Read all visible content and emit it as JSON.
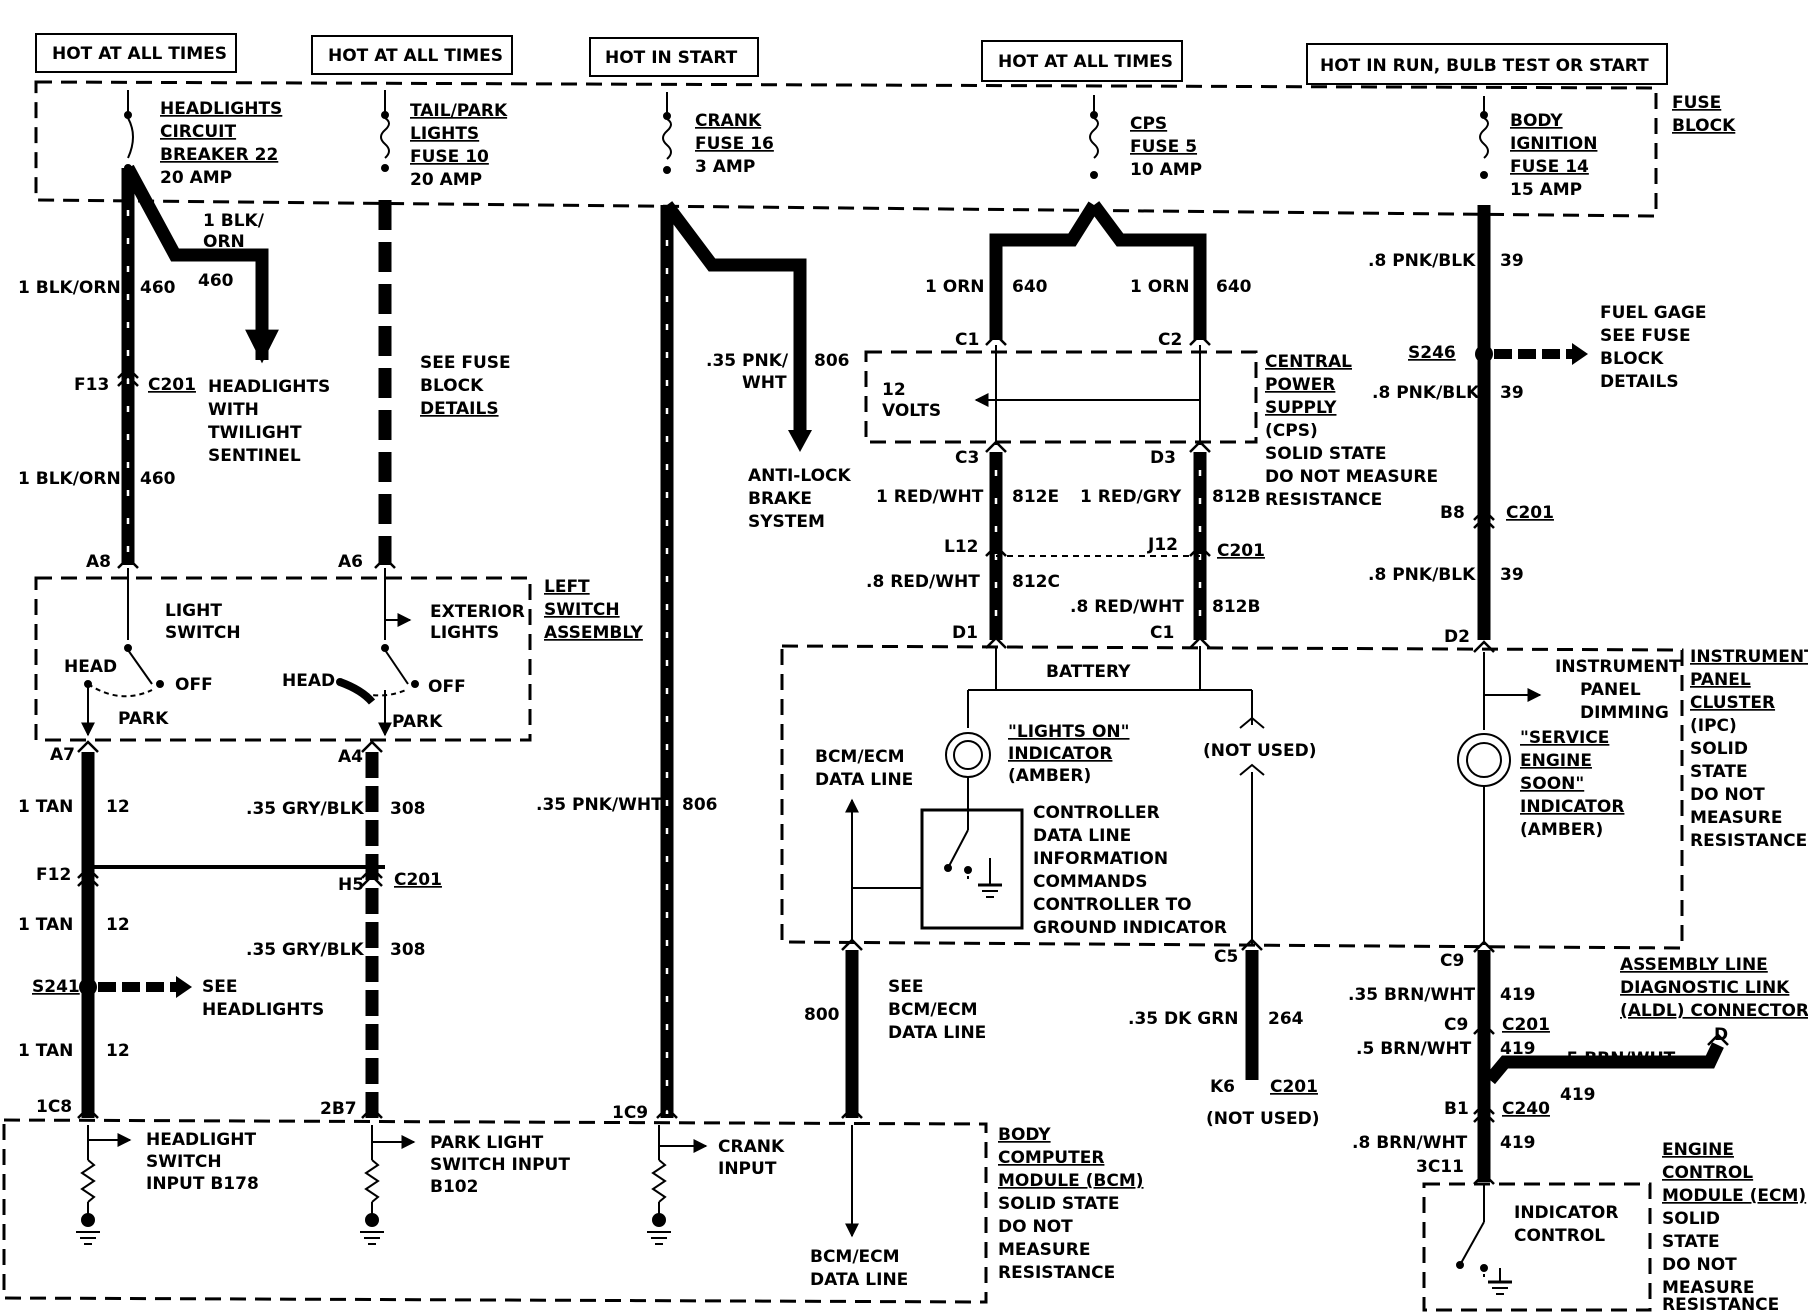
{
  "headers": {
    "h1": "HOT AT ALL TIMES",
    "h2": "HOT AT ALL TIMES",
    "h3": "HOT IN START",
    "h4": "HOT AT ALL TIMES",
    "h5": "HOT IN RUN, BULB TEST OR START"
  },
  "fuse_block": [
    "FUSE",
    "BLOCK"
  ],
  "fuses": {
    "headlights": [
      "HEADLIGHTS",
      "CIRCUIT",
      "BREAKER 22",
      "20 AMP"
    ],
    "tailpark": [
      "TAIL/PARK",
      "LIGHTS",
      "FUSE 10",
      "20 AMP"
    ],
    "crank": [
      "CRANK",
      "FUSE 16",
      "3 AMP"
    ],
    "cps": [
      "CPS",
      "FUSE 5",
      "10 AMP"
    ],
    "body_ign": [
      "BODY",
      "IGNITION",
      "FUSE 14",
      "15 AMP"
    ]
  },
  "col1": {
    "w1a": "1 BLK/",
    "w1b": "ORN",
    "w1n": "460",
    "w2": "1 BLK/ORN",
    "w2n": "460",
    "f13": "F13",
    "c201": "C201",
    "w3": "1 BLK/ORN",
    "w3n": "460",
    "twilight": [
      "HEADLIGHTS",
      "WITH",
      "TWILIGHT",
      "SENTINEL"
    ],
    "a8": "A8",
    "a7": "A7",
    "w4": "1 TAN",
    "w4n": "12",
    "f12": "F12",
    "w5": "1 TAN",
    "w5n": "12",
    "s241": "S241",
    "see_headlights": [
      "SEE",
      "HEADLIGHTS"
    ],
    "w6": "1 TAN",
    "w6n": "12",
    "c8": "1C8",
    "bcm_input": [
      "HEADLIGHT",
      "SWITCH",
      "INPUT B178"
    ]
  },
  "col2": {
    "see_fuse": [
      "SEE FUSE",
      "BLOCK",
      "DETAILS"
    ],
    "a6": "A6",
    "a4": "A4",
    "ext": [
      "EXTERIOR",
      "LIGHTS"
    ],
    "w1": ".35 GRY/BLK",
    "w1n": "308",
    "h5": "H5",
    "c201": "C201",
    "w2": ".35 GRY/BLK",
    "w2n": "308",
    "b7": "2B7",
    "bcm_input": [
      "PARK LIGHT",
      "SWITCH INPUT",
      "B102"
    ]
  },
  "switch": {
    "title": [
      "LIGHT",
      "SWITCH"
    ],
    "head1": "HEAD",
    "off1": "OFF",
    "park1": "PARK",
    "head2": "HEAD",
    "off2": "OFF",
    "park2": "PARK",
    "assembly": [
      "LEFT",
      "SWITCH",
      "ASSEMBLY"
    ]
  },
  "col3": {
    "w1": ".35 PNK/",
    "w1b": "WHT",
    "w1n": "806",
    "abs": [
      "ANTI-LOCK",
      "BRAKE",
      "SYSTEM"
    ],
    "w2": ".35 PNK/WHT",
    "w2n": "806",
    "c9": "1C9",
    "crank_input": [
      "CRANK",
      "INPUT"
    ]
  },
  "cps": {
    "w_l": "1 ORN",
    "w_ln": "640",
    "w_r": "1 ORN",
    "w_rn": "640",
    "c1": "C1",
    "c2": "C2",
    "c3": "C3",
    "d3": "D3",
    "volts": [
      "12",
      "VOLTS"
    ],
    "title": [
      "CENTRAL",
      "POWER",
      "SUPPLY",
      "(CPS)",
      "SOLID STATE",
      "DO NOT MEASURE",
      "RESISTANCE"
    ],
    "w3": "1 RED/WHT",
    "w3n": "812E",
    "w4": "1 RED/GRY",
    "w4n": "812B",
    "l12": "L12",
    "j12": "J12",
    "c201": "C201",
    "w5": ".8 RED/WHT",
    "w5n": "812C",
    "w6": ".8 RED/WHT",
    "w6n": "812B",
    "d1": "D1",
    "c1b": "C1"
  },
  "ipc": {
    "battery": "BATTERY",
    "lights_on": [
      "\"LIGHTS ON\"",
      "INDICATOR",
      "(AMBER)"
    ],
    "not_used": "(NOT USED)",
    "bcm_ecm": [
      "BCM/ECM",
      "DATA LINE"
    ],
    "controller": [
      "CONTROLLER",
      "DATA LINE",
      "INFORMATION",
      "COMMANDS",
      "CONTROLLER TO",
      "GROUND INDICATOR"
    ],
    "dimming": [
      "INSTRUMENT",
      "PANEL",
      "DIMMING"
    ],
    "ses": [
      "\"SERVICE",
      "ENGINE",
      "SOON\"",
      "INDICATOR",
      "(AMBER)"
    ],
    "title": [
      "INSTRUMENT",
      "PANEL",
      "CLUSTER",
      "(IPC)",
      "SOLID",
      "STATE",
      "DO NOT",
      "MEASURE",
      "RESISTANCE"
    ]
  },
  "col4": {
    "w800": "800",
    "see": [
      "SEE",
      "BCM/ECM",
      "DATA LINE"
    ],
    "bottom": [
      "BCM/ECM",
      "DATA LINE"
    ]
  },
  "col5": {
    "c5": "C5",
    "w": ".35 DK GRN",
    "wn": "264",
    "k6": "K6",
    "c201": "C201",
    "not_used": "(NOT USED)"
  },
  "col6": {
    "w1": ".8 PNK/BLK",
    "w1n": "39",
    "s246": "S246",
    "fuel": [
      "FUEL GAGE",
      "SEE FUSE",
      "BLOCK",
      "DETAILS"
    ],
    "w2": ".8 PNK/BLK",
    "w2n": "39",
    "b8": "B8",
    "c201": "C201",
    "w3": ".8 PNK/BLK",
    "w3n": "39",
    "d2": "D2",
    "c9": "C9",
    "w4": ".35 BRN/WHT",
    "w4n": "419",
    "c9b": "C9",
    "c201b": "C201",
    "w5": ".5 BRN/WHT",
    "w5n": "419",
    "b1": "B1",
    "c240": "C240",
    "w6": ".8 BRN/WHT",
    "w6n": "419",
    "c11": "3C11",
    "aldl": [
      "ASSEMBLY LINE",
      "DIAGNOSTIC LINK",
      "(ALDL) CONNECTOR"
    ],
    "aldl_d": "D",
    "aldl_w": ".5 BRN/WHT",
    "aldl_n": "419",
    "ind_ctrl": [
      "INDICATOR",
      "CONTROL"
    ],
    "ecm": [
      "ENGINE",
      "CONTROL",
      "MODULE (ECM)",
      "SOLID",
      "STATE",
      "DO NOT",
      "MEASURE",
      "RESISTANCE"
    ]
  },
  "bcm": [
    "BODY",
    "COMPUTER",
    "MODULE (BCM)",
    "SOLID STATE",
    "DO NOT",
    "MEASURE",
    "RESISTANCE"
  ]
}
